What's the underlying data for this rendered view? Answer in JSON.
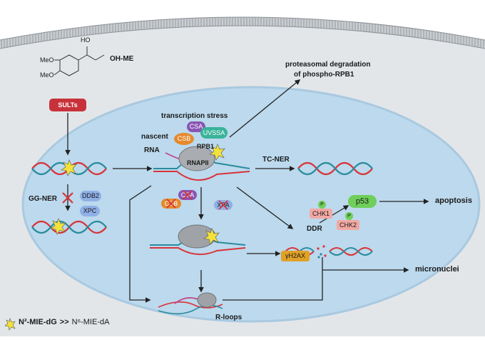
{
  "compound": {
    "oh": "HO",
    "name": "OH-ME",
    "meo1": "MeO",
    "meo2": "MeO"
  },
  "enzyme": {
    "sults": "SULTs"
  },
  "labels": {
    "transcription_stress": "transcription stress",
    "nascent": "nascent",
    "rna": "RNA",
    "rpb1": "RPB1",
    "rnapii": "RNAPII",
    "tc_ner": "TC-NER",
    "gg_ner": "GG-NER",
    "proteasomal_line1": "proteasomal degradation",
    "proteasomal_line2": "of phospho-RPB1",
    "ddr": "DDR",
    "apoptosis": "apoptosis",
    "micronuclei": "micronuclei",
    "r_loops": "R-loops",
    "p1": "P",
    "p2": "P"
  },
  "proteins": {
    "csa": "CSA",
    "uvssa": "UVSSA",
    "csb": "CSB",
    "ddb2": "DDB2",
    "xpc": "XPC",
    "csb_inhibited": "CSB",
    "csa_inhibited": "CSA",
    "xpa_inhibited": "XPA",
    "gamma_h2ax": "γH2AX",
    "chk1": "CHK1",
    "chk2": "CHK2",
    "p53": "p53"
  },
  "legend": {
    "adduct_g": "N²-MIE-dG",
    "compare": ">>",
    "adduct_a": "N⁶-MIE-dA"
  },
  "colors": {
    "cell": "#e3e6e9",
    "nucleus": "#bcd9ed",
    "nucleus_edge": "#a9c9e0",
    "dna_red": "#d9343a",
    "dna_teal": "#2a8c9c",
    "sults": "#c7323a",
    "csa": "#8a55b4",
    "uvssa": "#3ab39a",
    "csb": "#e58a2e",
    "pale_blue": "#8fb0e6",
    "gh2ax": "#e0a127",
    "p53": "#6fcf5a",
    "chk": "#f2a9a3",
    "adduct": "#f3e23a"
  }
}
